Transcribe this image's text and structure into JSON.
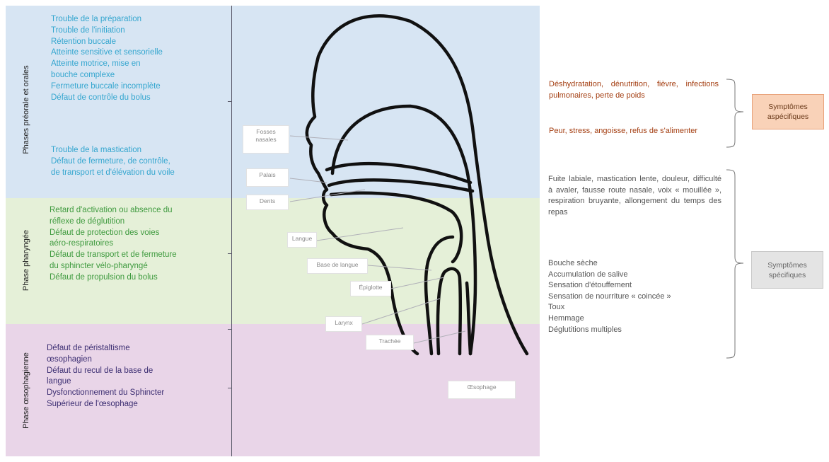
{
  "phases": {
    "oral": "Phases préorale et orales",
    "pharyngeal": "Phase pharyngée",
    "esophageal": "Phase œsophagienne"
  },
  "oral_troubles": [
    "Trouble de la préparation",
    "Trouble de l'initiation",
    "Rétention buccale",
    "Atteinte sensitive et sensorielle",
    "Atteinte motrice, mise en",
    "bouche complexe",
    "Fermeture buccale incomplète",
    "Défaut de contrôle du bolus"
  ],
  "oral_troubles_2": [
    "Trouble de la mastication",
    "Défaut de fermeture, de contrôle,",
    "de transport et d'élévation du voile"
  ],
  "pharyngeal_troubles": [
    "Retard d'activation ou absence du",
    "réflexe de déglutition",
    "Défaut de protection des voies",
    "aéro-respiratoires",
    "Défaut de transport et de fermeture",
    "du sphincter vélo-pharyngé",
    "Défaut de propulsion du bolus"
  ],
  "esophageal_troubles": [
    "Défaut de péristaltisme",
    "œsophagien",
    "Défaut du recul de la base de",
    "langue",
    "Dysfonctionnement du Sphincter",
    "Supérieur de l'œsophage"
  ],
  "anatomy": {
    "fosses_nasales": "Fosses nasales",
    "palais": "Palais",
    "dents": "Dents",
    "langue": "Langue",
    "base_langue": "Base de langue",
    "epiglotte": "Épiglotte",
    "larynx": "Larynx",
    "trachee": "Trachée",
    "oesophage": "Œsophage"
  },
  "aspecific": {
    "line1": "Déshydratation, dénutrition, fièvre, infections pulmonaires, perte de poids",
    "line2": "Peur, stress, angoisse, refus de s'alimenter",
    "tag": "Symptômes aspécifiques"
  },
  "specific": {
    "paragraph": "Fuite labiale, mastication lente, douleur, difficulté à avaler, fausse route nasale, voix « mouillée », respiration bruyante, allongement du temps des repas",
    "items": [
      "Bouche sèche",
      "Accumulation de salive",
      "Sensation d'étouffement",
      "Sensation de nourriture « coincée »",
      "Toux",
      "Hemmage",
      "Déglutitions multiples"
    ],
    "tag": "Symptômes spécifiques"
  },
  "colors": {
    "oral_band": "#d7e5f3",
    "pharyngeal_band": "#e5f0d8",
    "esophageal_band": "#e9d5e8",
    "oral_text": "#34a6cf",
    "pharyngeal_text": "#3e9a3e",
    "esophageal_text": "#3c2e72",
    "aspecific_text": "#a33d10",
    "aspecific_tag": "#f9d2b8",
    "specific_tag": "#e4e4e4"
  }
}
